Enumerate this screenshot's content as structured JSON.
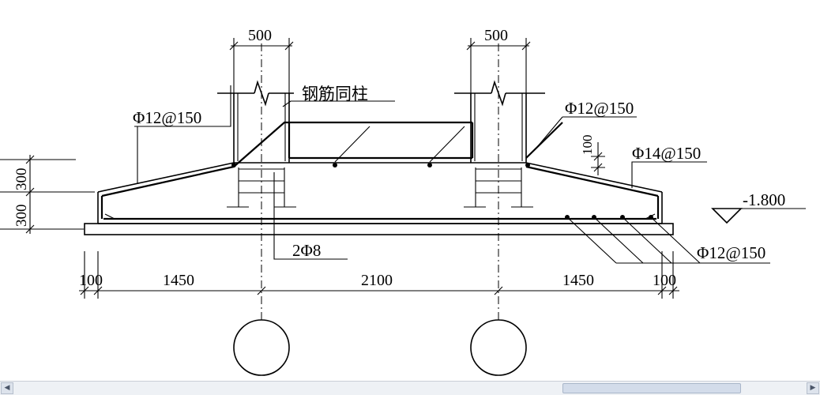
{
  "labels": {
    "col_width_left": "500",
    "col_width_right": "500",
    "note_rebar_same_as_column": "钢筋同柱",
    "rebar_left_slope": "Φ12@150",
    "rebar_right_top": "Φ12@150",
    "rebar_right_slope": "Φ14@150",
    "rebar_bottom": "Φ12@150",
    "stirrup_bars": "2Φ8",
    "dim_100_vertical": "100",
    "elevation": "-1.800",
    "height_300_upper": "300",
    "height_300_lower": "300",
    "dims_bottom": [
      "100",
      "1450",
      "2100",
      "1450",
      "100"
    ]
  },
  "scrollbar": {
    "left_arrow": "◀",
    "right_arrow": "▶"
  }
}
